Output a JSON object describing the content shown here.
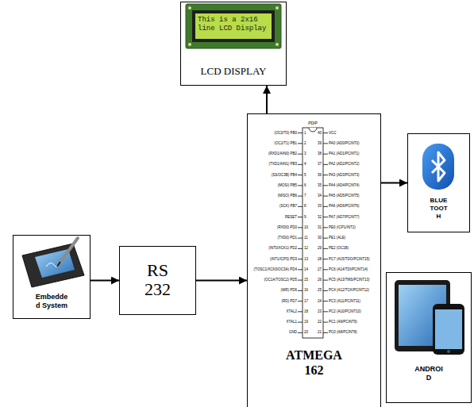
{
  "diagram": {
    "nodes": [
      {
        "text": [
          "This is a 2x16 line LCD Display",
          "LCD DISPLAY"
        ]
      },
      {
        "text": [
          "Embedde d System"
        ]
      },
      {
        "text": [
          "RS 232"
        ]
      },
      {
        "text": [
          "ATMEGA 162"
        ]
      },
      {
        "text": [
          "BLUE TOOT H"
        ]
      },
      {
        "text": [
          "ANDROI D"
        ]
      }
    ],
    "edges": [
      {
        "from": 1,
        "to": 2,
        "arrow": "to"
      },
      {
        "from": 2,
        "to": 3,
        "arrow": "to"
      },
      {
        "from": 3,
        "to": 0,
        "arrow": "to"
      },
      {
        "from": 3,
        "to": 4,
        "arrow": "to"
      }
    ],
    "labels": [
      "PDIP",
      "(OC0/T0) PB0",
      "1",
      "(OC2/T1) PB1",
      "2",
      "(RXD1/AIN0) PB2",
      "3",
      "(TXD1/AIN1) PB3",
      "4",
      "(SS/OC3B) PB4",
      "5",
      "(MOSI) PB5",
      "6",
      "(MISO) PB6",
      "7",
      "(SCK) PB7",
      "8",
      "RESET",
      "9",
      "(RXD0) PD0",
      "10",
      "(TXD0) PD1",
      "11",
      "(INT0/XCK1) PD2",
      "12",
      "(INT1/ICP3) PD3",
      "13",
      "(TOSC1/XCK0/OC3A) PD4",
      "14",
      "(OC1A/TOSC2) PD5",
      "15",
      "(WR) PD6",
      "16",
      "(RD) PD7",
      "17",
      "XTAL2",
      "18",
      "XTAL1",
      "19",
      "GND",
      "20",
      "40",
      "VCC",
      "39",
      "PA0 (AD0/PCINT0)",
      "38",
      "PA1 (AD1/PCINT1)",
      "37",
      "PA2 (AD2/PCINT2)",
      "36",
      "PA3 (AD3/PCINT3)",
      "35",
      "PA4 (AD4/PCINT4)",
      "34",
      "PA5 (AD5/PCINT5)",
      "33",
      "PA6 (AD6/PCINT6)",
      "32",
      "PA7 (AD7/PCINT7)",
      "31",
      "PE0 (ICP1/INT2)",
      "30",
      "PE1 (ALE)",
      "29",
      "PE2 (OC1B)",
      "28",
      "PC7 (A15/TDO/PCINT15)",
      "27",
      "PC6 (A14/TDI/PCINT14)",
      "26",
      "PC5 (A13/TMS/PCINT13)",
      "25",
      "PC4 (A12/TCK/PCINT12)",
      "24",
      "PC3 (A11/PCINT11)",
      "23",
      "PC2 (A10/PCINT10)",
      "22",
      "PC1 (A9/PCINT9)",
      "21",
      "PC0 (A8/PCINT8)"
    ]
  }
}
